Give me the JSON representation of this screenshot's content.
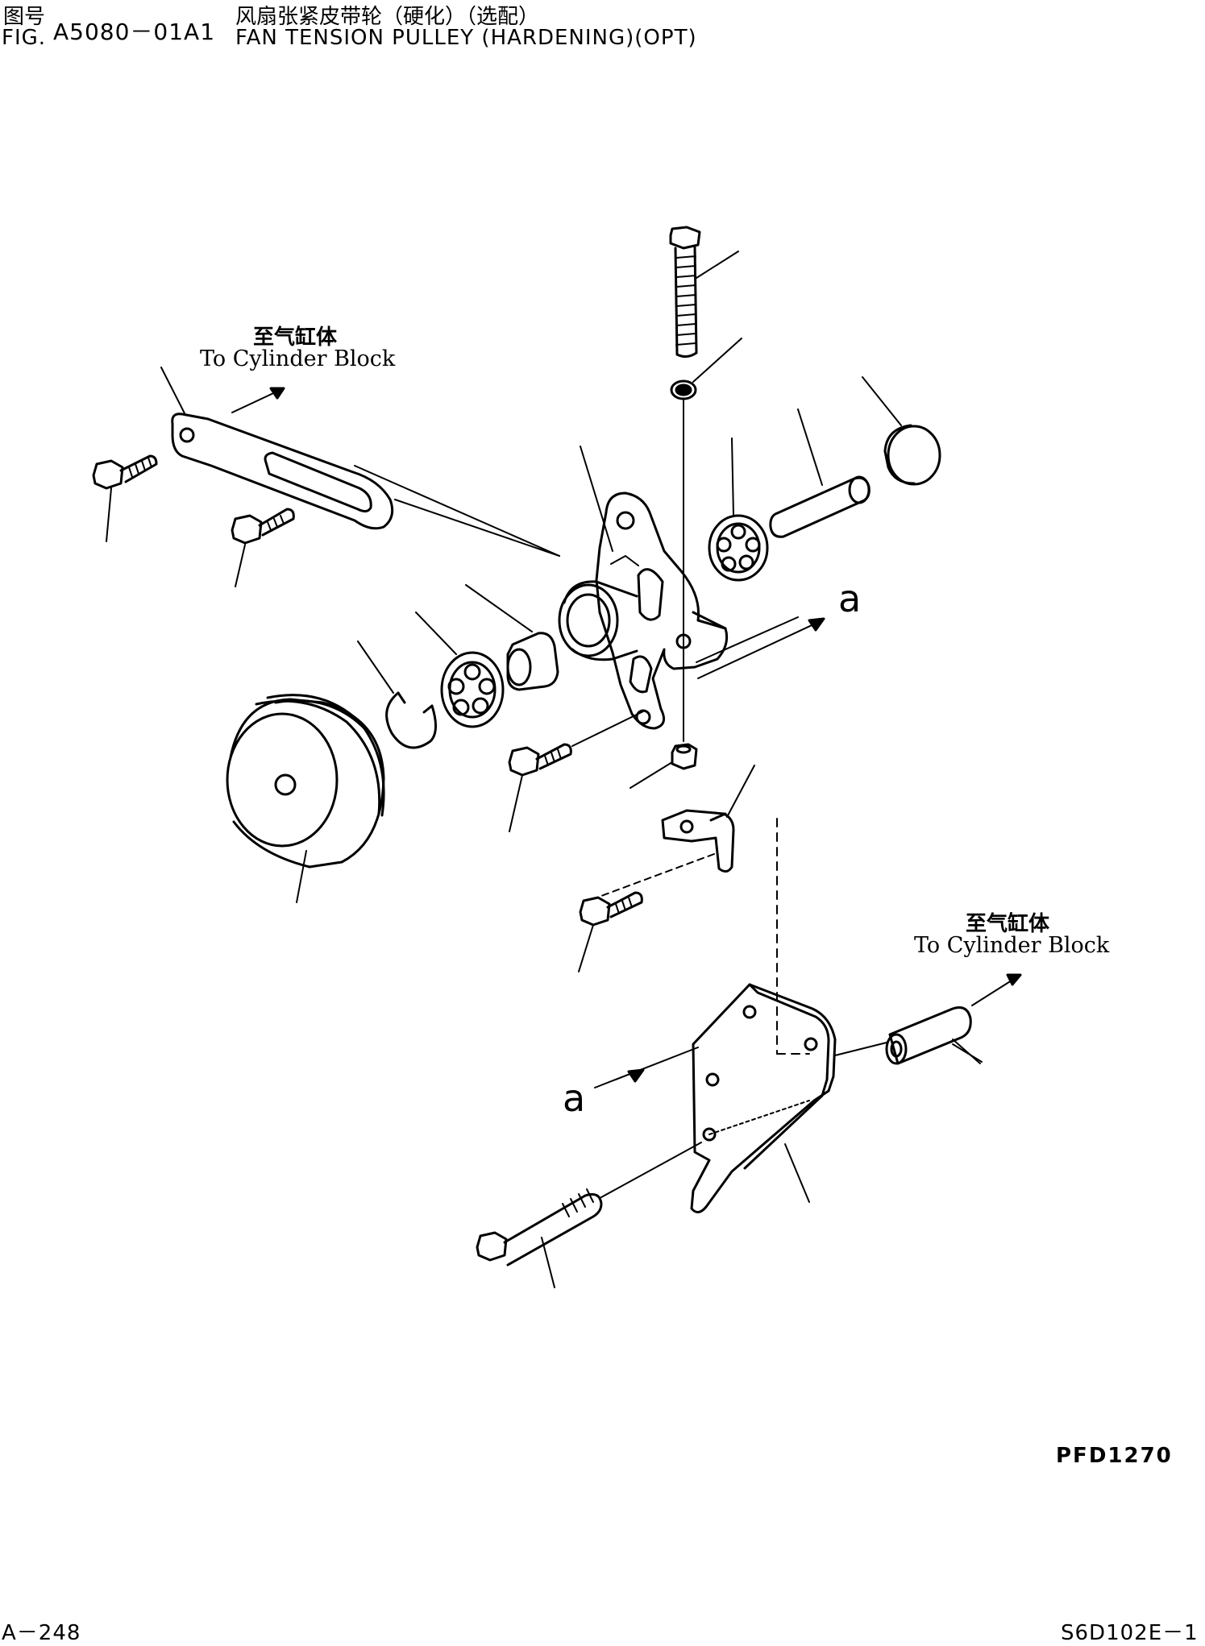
{
  "header": {
    "fig_label_cn": "图号",
    "fig_label_en": "FIG.",
    "fig_number": "A5080－01A1",
    "title_cn": "风扇张紧皮带轮（硬化）（选配）",
    "title_en": "FAN TENSION PULLEY (HARDENING)(OPT)"
  },
  "notes": {
    "top_cn": "至气缸体",
    "top_en": "To Cylinder Block",
    "bottom_cn": "至气缸体",
    "bottom_en": "To Cylinder Block"
  },
  "refs": {
    "ref_a_right": "a",
    "ref_a_left": "a"
  },
  "drawing_code": "PFD1270",
  "footer": {
    "page": "A－248",
    "model": "S6D102E－1"
  }
}
